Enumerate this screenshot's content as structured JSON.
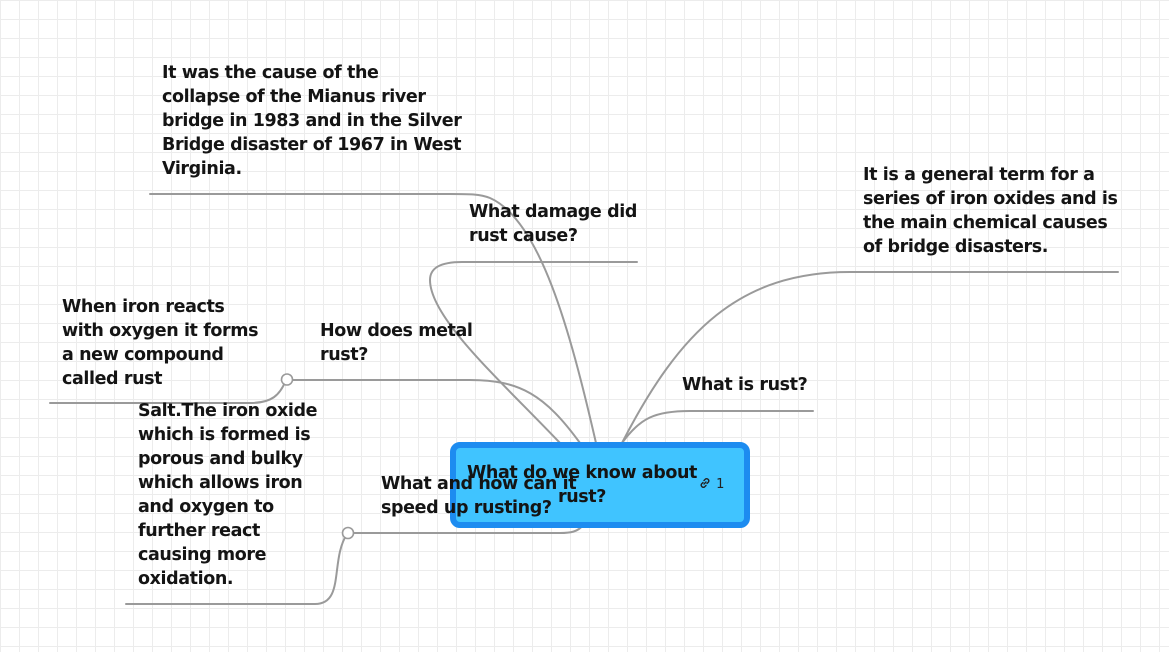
{
  "central": {
    "title": "What do we know about\nrust?",
    "link_count": "1"
  },
  "branches": {
    "what_is_rust": "What is rust?",
    "what_is_rust_answer": "It is a general term for a\nseries of iron oxides and is\nthe main chemical causes\nof bridge disasters.",
    "damage_question": "What damage did\nrust cause?",
    "damage_answer": "It was the cause of the\ncollapse of the Mianus river\nbridge in 1983 and in the Silver\nBridge disaster of 1967 in West\nVirginia.",
    "how_rust_question": "How does metal\nrust?",
    "how_rust_answer": "When iron reacts\nwith oxygen it forms\na new compound\ncalled rust",
    "speed_question": "What and how can it\nspeed up rusting?",
    "speed_answer": "Salt.The iron oxide\nwhich is formed is\nporous and bulky\nwhich allows iron\nand oxygen to\nfurther react\ncausing more\noxidation."
  },
  "colors": {
    "central_fill": "#40c4ff",
    "central_border": "#1d8cf0",
    "connector": "#9a9a9a",
    "grid": "#ececec"
  }
}
